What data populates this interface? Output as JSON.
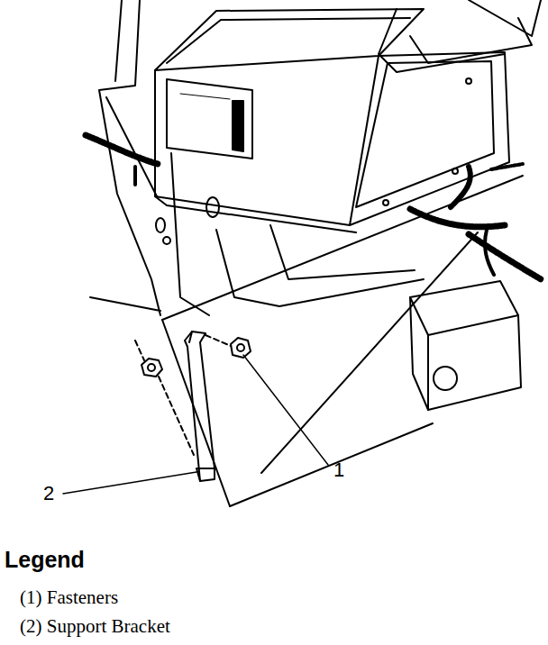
{
  "diagram": {
    "labels": [
      "1",
      "2",
      "Legend"
    ],
    "legend": [
      {
        "text": "(1) Fasteners"
      },
      {
        "text": "(2) Support Bracket"
      }
    ]
  }
}
